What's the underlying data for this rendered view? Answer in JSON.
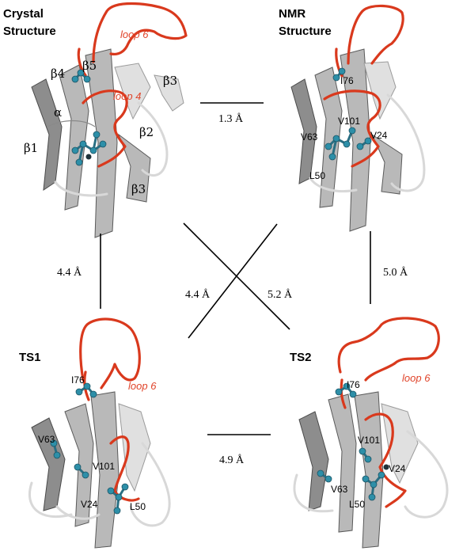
{
  "panels": {
    "crystal": {
      "title_line1": "Crystal",
      "title_line2": "Structure",
      "loop6": "loop 6",
      "loop4": "loop 4",
      "labels": [
        "β4",
        "β5",
        "β3",
        "α",
        "β2",
        "β1",
        "β3"
      ]
    },
    "nmr": {
      "title_line1": "NMR",
      "title_line2": "Structure",
      "residues": [
        "I76",
        "V101",
        "V63",
        "V24",
        "L50"
      ]
    },
    "ts1": {
      "title": "TS1",
      "loop6": "loop 6",
      "residues": [
        "I76",
        "V63",
        "V101",
        "V24",
        "L50"
      ]
    },
    "ts2": {
      "title": "TS2",
      "loop6": "loop 6",
      "residues": [
        "I76",
        "V101",
        "V24",
        "V63",
        "L50"
      ]
    }
  },
  "distances": {
    "crystal_nmr": "1.3 Å",
    "crystal_ts1": "4.4 Å",
    "crystal_ts2": "4.4 Å",
    "nmr_ts1": "5.2 Å",
    "nmr_ts2": "5.0 Å",
    "ts1_ts2": "4.9 Å"
  },
  "colors": {
    "loop": "#d9391d",
    "sidechain": "#2d8fa8",
    "ribbon": "#b9b9b9"
  }
}
